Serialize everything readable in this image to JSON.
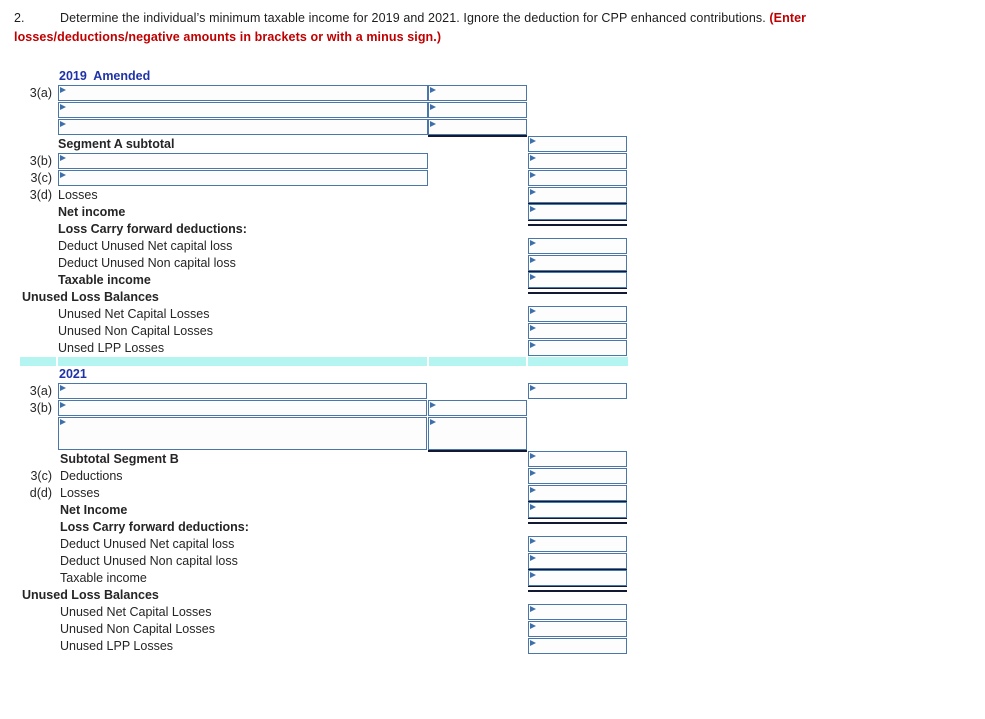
{
  "question": {
    "number": "2.",
    "body": "Determine the individual’s minimum taxable income for 2019 and 2021. Ignore the deduction for CPP enhanced contributions.",
    "note": "(Enter losses/deductions/negative amounts in brackets or with a minus sign.)",
    "note_color": "#C00000"
  },
  "colors": {
    "year_heading": "#1F33A8",
    "input_border": "#4a77a8",
    "marker": "#3f6fa8",
    "rule": "#111933",
    "separator_band": "#b4f5f2"
  },
  "sections": [
    {
      "id": "2019",
      "heading": "2019  Amended",
      "rows": [
        {
          "code": "3(a)",
          "label": "",
          "inputs": [
            "c1",
            "c2"
          ]
        },
        {
          "code": "",
          "label": "",
          "inputs": [
            "c1",
            "c2"
          ]
        },
        {
          "code": "",
          "label": "",
          "inputs": [
            "c1",
            "c2"
          ],
          "rule": "c2"
        },
        {
          "code": "",
          "label": "Segment A subtotal",
          "bold": true,
          "inputs": [
            "c3"
          ]
        },
        {
          "code": "3(b)",
          "label": "",
          "inputs": [
            "c1",
            "c3"
          ]
        },
        {
          "code": "3(c)",
          "label": "",
          "inputs": [
            "c1",
            "c3"
          ]
        },
        {
          "code": "3(d)",
          "label": "Losses",
          "inputs": [
            "c3"
          ],
          "rule": "c3"
        },
        {
          "code": "",
          "label": "Net income",
          "bold": true,
          "inputs": [
            "c3"
          ],
          "dbl": "c3"
        },
        {
          "code": "",
          "label": "Loss Carry forward deductions:",
          "bold": true,
          "inputs": []
        },
        {
          "code": "",
          "label": "Deduct Unused Net capital loss",
          "inputs": [
            "c3"
          ]
        },
        {
          "code": "",
          "label": "Deduct Unused Non capital loss",
          "inputs": [
            "c3"
          ],
          "rule": "c3"
        },
        {
          "code": "",
          "label": "Taxable income",
          "bold": true,
          "inputs": [
            "c3"
          ],
          "dbl": "c3"
        },
        {
          "code": "",
          "label": "Unused Loss Balances",
          "bold": true,
          "indent": 0,
          "inputs": []
        },
        {
          "code": "",
          "label": "Unused Net Capital Losses",
          "inputs": [
            "c3"
          ]
        },
        {
          "code": "",
          "label": "Unused Non Capital Losses",
          "inputs": [
            "c3"
          ]
        },
        {
          "code": "",
          "label": "Unsed LPP Losses",
          "inputs": [
            "c3"
          ]
        }
      ]
    },
    {
      "id": "2021",
      "heading": "2021",
      "rows": [
        {
          "code": "3(a)",
          "label": "",
          "inputs": [
            "c12",
            "c3"
          ]
        },
        {
          "code": "3(b)",
          "label": "",
          "inputs": [
            "c12",
            "c2"
          ]
        },
        {
          "code": "",
          "label": "",
          "tall": true,
          "inputs": [
            "c12t",
            "c2t"
          ],
          "rule": "c2"
        },
        {
          "code": "",
          "label": "Subtotal Segment B",
          "bold": true,
          "inputs": [
            "c3"
          ]
        },
        {
          "code": "3(c)",
          "label": "Deductions",
          "inputs": [
            "c3"
          ]
        },
        {
          "code": "d(d)",
          "label": "Losses",
          "inputs": [
            "c3"
          ],
          "rule": "c3"
        },
        {
          "code": "",
          "label": "Net Income",
          "bold": true,
          "inputs": [
            "c3"
          ],
          "dbl": "c3"
        },
        {
          "code": "",
          "label": "Loss Carry forward deductions:",
          "bold": true,
          "inputs": []
        },
        {
          "code": "",
          "label": "Deduct Unused Net capital loss",
          "inputs": [
            "c3"
          ]
        },
        {
          "code": "",
          "label": "Deduct Unused Non capital loss",
          "inputs": [
            "c3"
          ],
          "rule": "c3"
        },
        {
          "code": "",
          "label": "Taxable income",
          "inputs": [
            "c3"
          ],
          "dbl": "c3"
        },
        {
          "code": "",
          "label": "Unused Loss Balances",
          "bold": true,
          "indent": 0,
          "inputs": []
        },
        {
          "code": "",
          "label": "Unused Net Capital Losses",
          "inputs": [
            "c3"
          ]
        },
        {
          "code": "",
          "label": "Unused Non Capital Losses",
          "inputs": [
            "c3"
          ]
        },
        {
          "code": "",
          "label": "Unused LPP Losses",
          "inputs": [
            "c3"
          ]
        }
      ]
    }
  ]
}
